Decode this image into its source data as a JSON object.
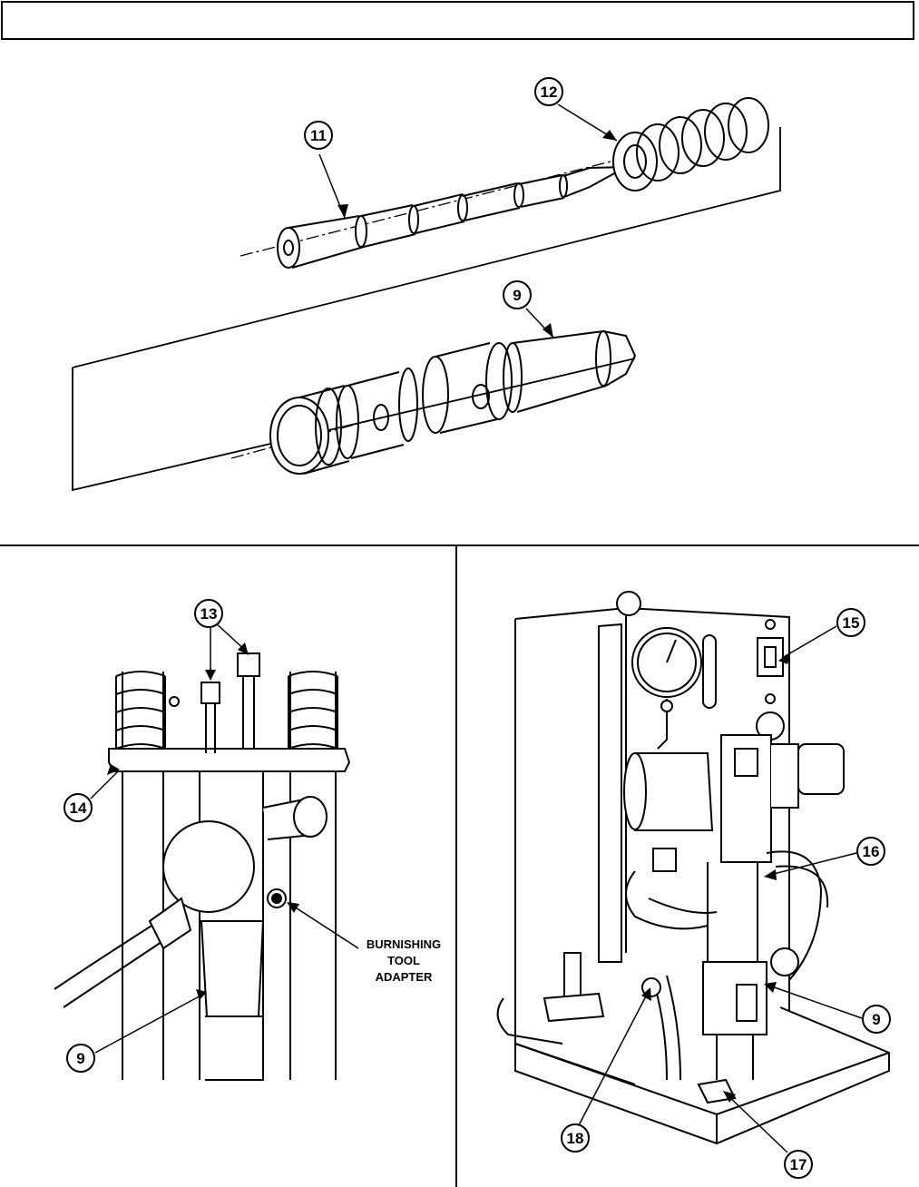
{
  "header": {
    "title": ""
  },
  "top_panel": {
    "callouts": {
      "c11": "11",
      "c12": "12",
      "c9": "9"
    }
  },
  "bottom_left_panel": {
    "callouts": {
      "c13": "13",
      "c14": "14",
      "c9": "9"
    },
    "label_lines": [
      "BURNISHING",
      "TOOL",
      "ADAPTER"
    ]
  },
  "bottom_right_panel": {
    "callouts": {
      "c15": "15",
      "c16": "16",
      "c9": "9",
      "c18": "18",
      "c17": "17"
    }
  }
}
